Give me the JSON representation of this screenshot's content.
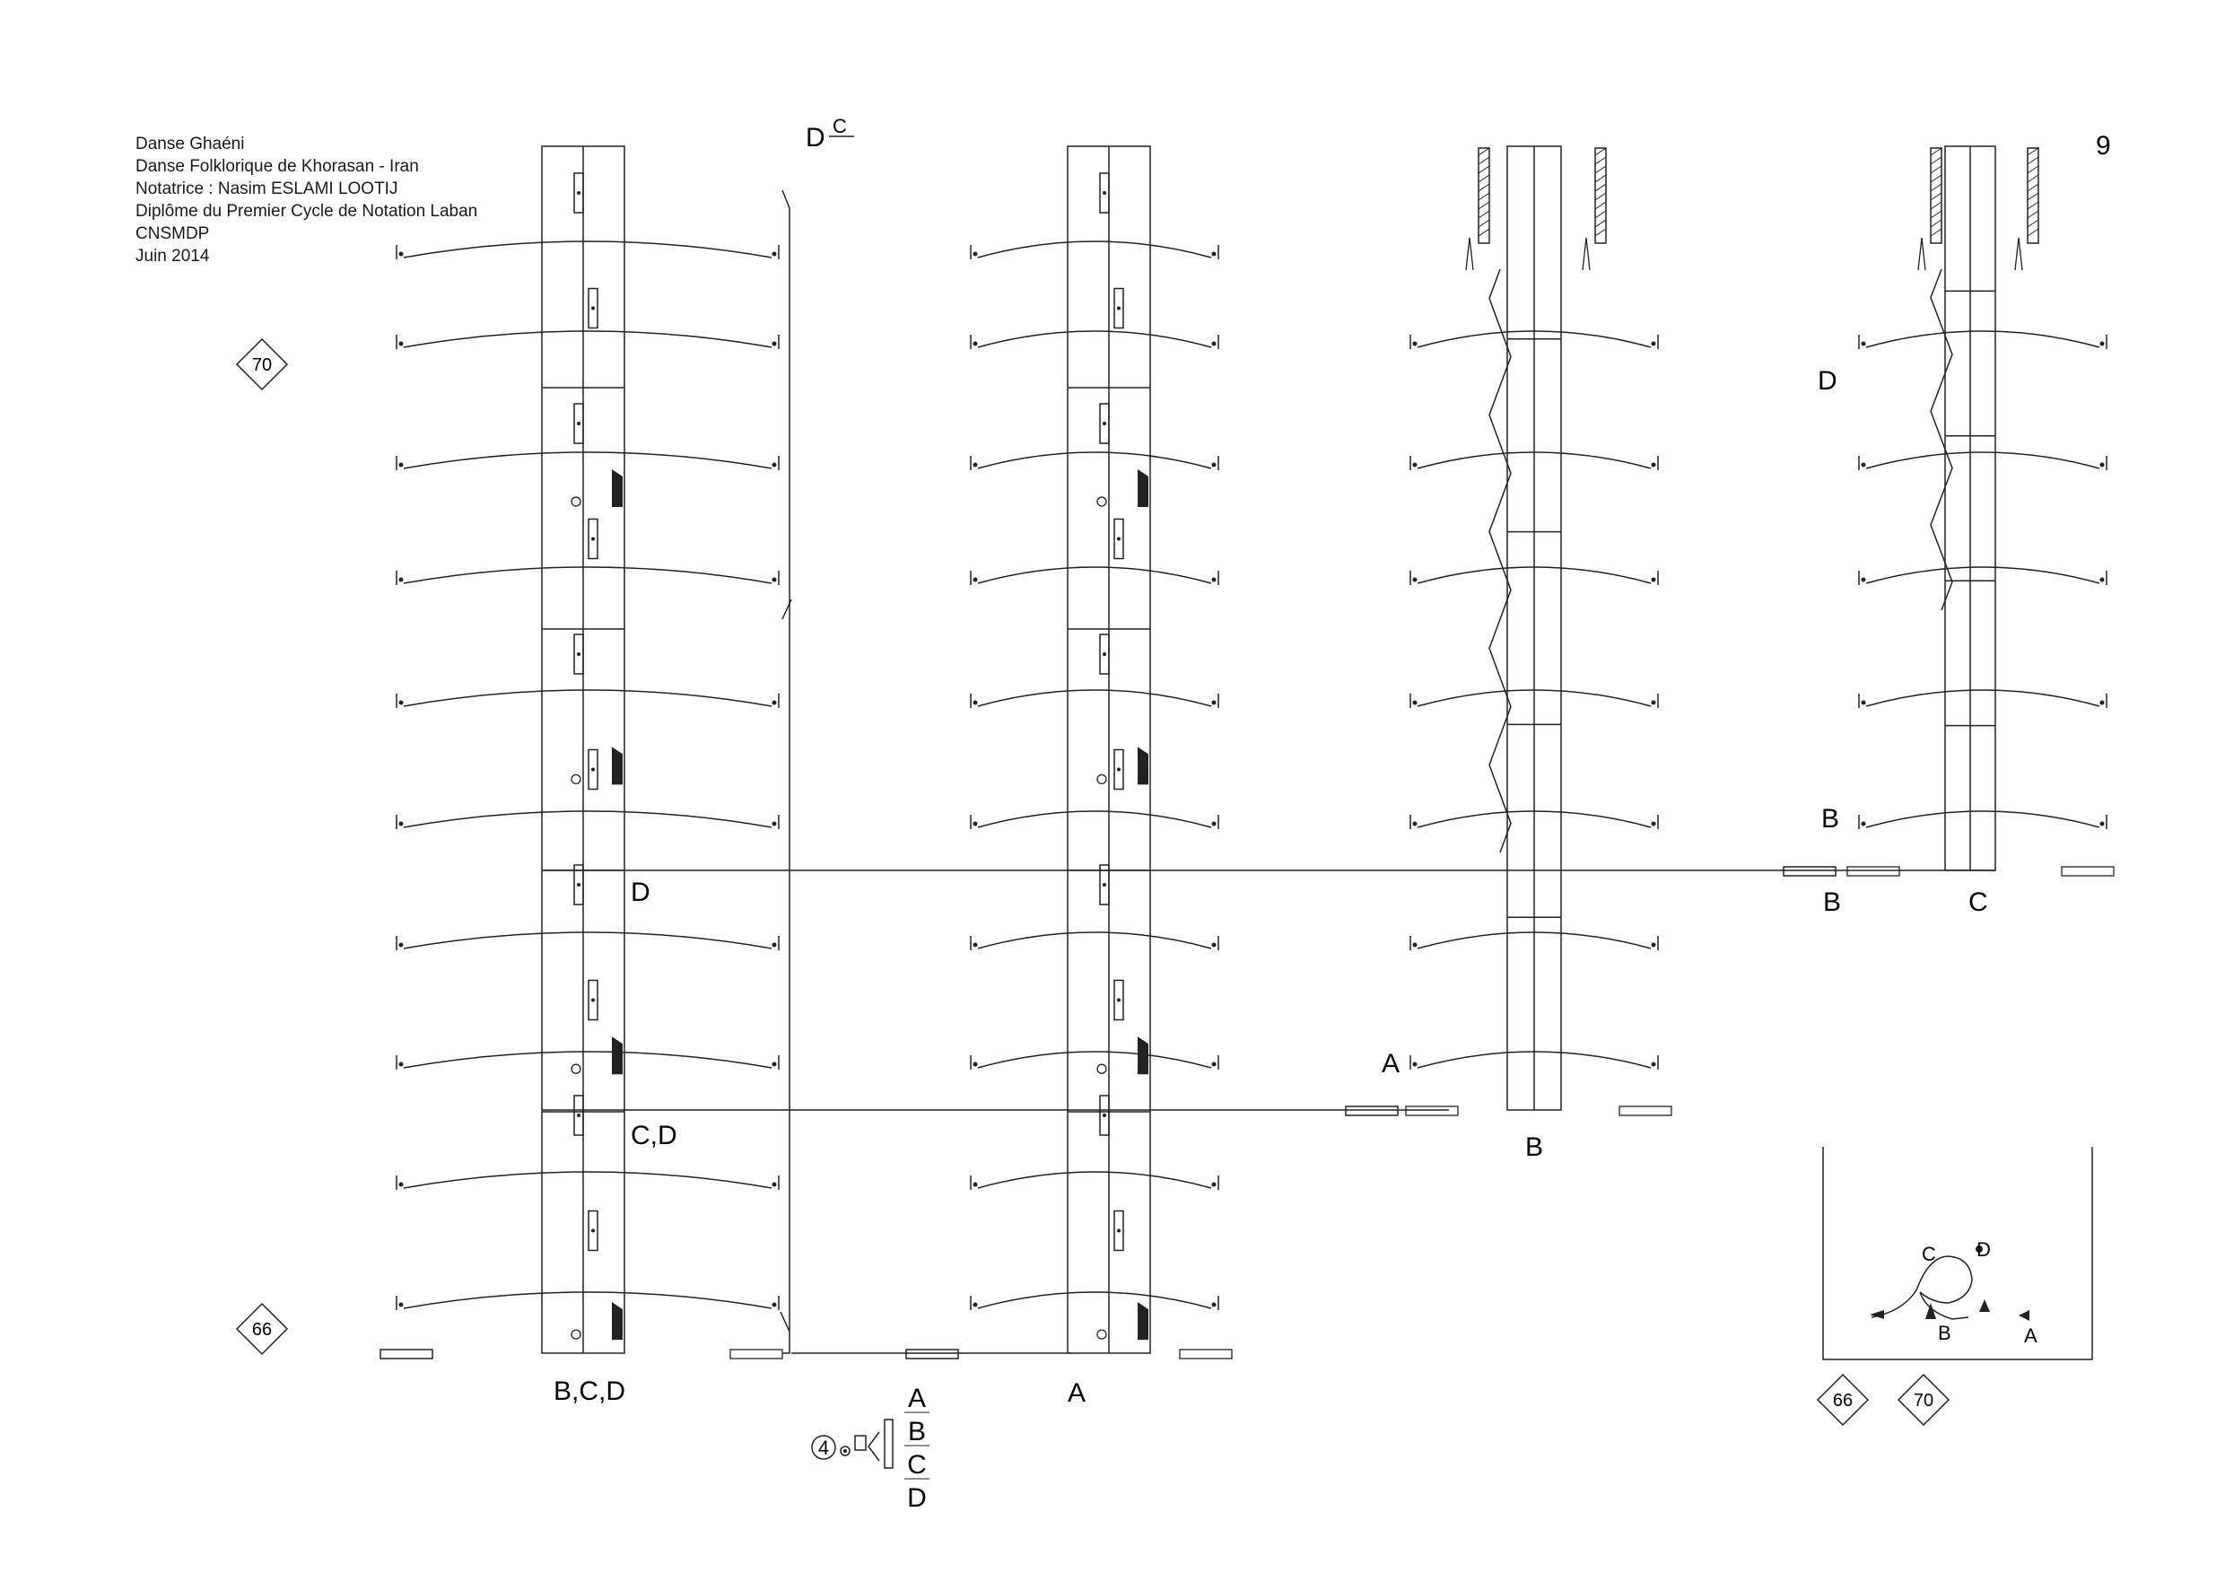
{
  "header": {
    "title": "Danse Ghaéni",
    "subtitle": "Danse Folklorique de Khorasan - Iran",
    "notator": "Notatrice : Nasim ESLAMI LOOTIJ",
    "diploma": "Diplôme du Premier Cycle de Notation Laban",
    "institution": "CNSMDP",
    "date": "Juin 2014"
  },
  "page_number": "9",
  "measure_markers": {
    "top": "70",
    "bottom": "66"
  },
  "staff_labels": {
    "staff1_bottom": "B,C,D",
    "staff1_mid_d": "D",
    "staff1_mid_cd": "C,D",
    "staff2_bottom": "A",
    "staff3_bottom": "B",
    "staff3_left": "A",
    "staff4_bottom_b": "B",
    "staff4_bottom_c": "C",
    "staff4_left_b": "B",
    "staff4_left_d": "D",
    "top_d": "D",
    "top_c": "C"
  },
  "group_key": {
    "count": "4",
    "letters": [
      "A",
      "B",
      "C",
      "D"
    ]
  },
  "floor_plan": {
    "labels": {
      "a": "A",
      "b": "B",
      "c": "C",
      "d": "D"
    },
    "markers": [
      "66",
      "70"
    ]
  }
}
